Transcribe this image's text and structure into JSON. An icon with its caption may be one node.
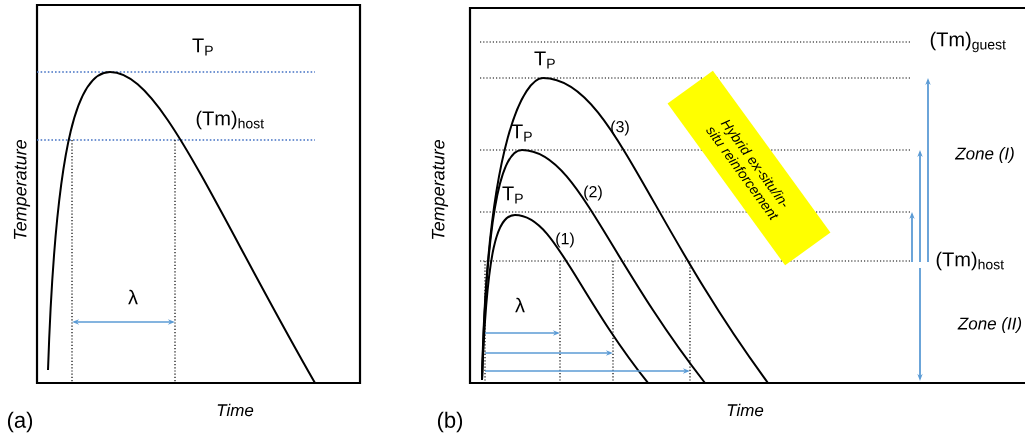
{
  "diagram": {
    "nodes": [
      {
        "text": [
          "Hybrid ex-situ/in-situ reinforcement"
        ]
      }
    ],
    "labels": [
      "T$_{P}$",
      "(Tm)$_{host}$",
      "Temperature",
      "λ",
      "Time",
      "(a)",
      "(Tm)$_{guest}$",
      "T$_{P}$",
      "(3)",
      "T$_{P}$",
      "Zone (I)",
      "(2)",
      "T$_{P}$",
      "Temperature",
      "(1)",
      "(Tm)$_{host}$",
      "λ",
      "Zone (II)",
      "Time",
      "(b)"
    ]
  }
}
